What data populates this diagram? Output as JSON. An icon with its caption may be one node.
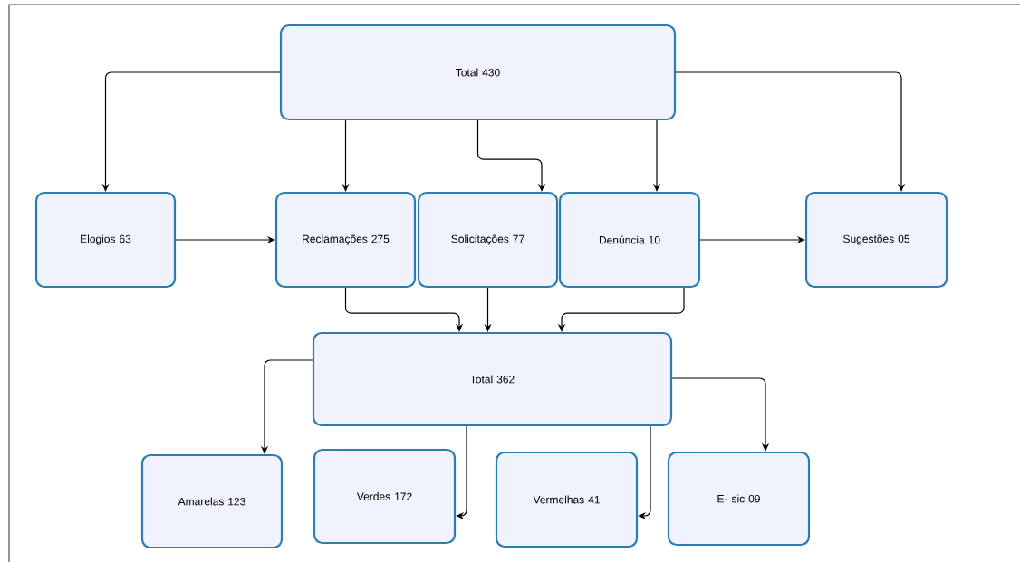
{
  "diagram": {
    "nodes": [
      {
        "text": [
          "Total 430"
        ]
      },
      {
        "text": [
          "Elogios 63"
        ]
      },
      {
        "text": [
          "Reclamações 275"
        ]
      },
      {
        "text": [
          "Solicitações 77"
        ]
      },
      {
        "text": [
          "Denúncia 10"
        ]
      },
      {
        "text": [
          "Sugestões 05"
        ]
      },
      {
        "text": [
          "Total 362"
        ]
      },
      {
        "text": [
          "Amarelas 123"
        ]
      },
      {
        "text": [
          "Verdes 172"
        ]
      },
      {
        "text": [
          "Vermelhas 41"
        ]
      },
      {
        "text": [
          "E- sic 09"
        ]
      }
    ],
    "edges": [
      {
        "from": 0,
        "to": 1,
        "arrow": "to"
      },
      {
        "from": 0,
        "to": 2,
        "arrow": "to"
      },
      {
        "from": 0,
        "to": 3,
        "arrow": "to"
      },
      {
        "from": 0,
        "to": 4,
        "arrow": "to"
      },
      {
        "from": 0,
        "to": 5,
        "arrow": "to"
      },
      {
        "from": 1,
        "to": 2,
        "arrow": "to"
      },
      {
        "from": 4,
        "to": 5,
        "arrow": "to"
      },
      {
        "from": 2,
        "to": 6,
        "arrow": "to"
      },
      {
        "from": 3,
        "to": 6,
        "arrow": "to"
      },
      {
        "from": 4,
        "to": 6,
        "arrow": "to"
      },
      {
        "from": 6,
        "to": 7,
        "arrow": "to"
      },
      {
        "from": 6,
        "to": 8,
        "arrow": "to"
      },
      {
        "from": 6,
        "to": 9,
        "arrow": "to"
      },
      {
        "from": 6,
        "to": 10,
        "arrow": "to"
      }
    ]
  }
}
